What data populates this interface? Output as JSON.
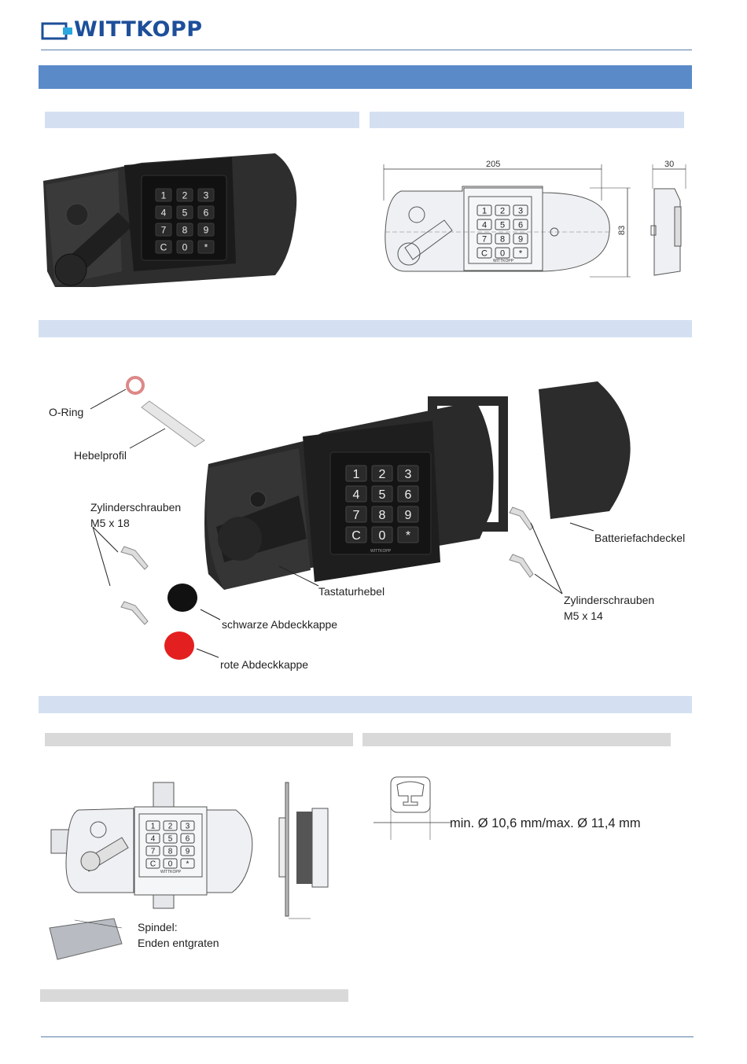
{
  "header": {
    "brand": "WITTKOPP"
  },
  "colors": {
    "brand": "#1d4f9a",
    "band": "#5b8ac9",
    "subband": "#d4e0f2",
    "grayband": "#d9d9d9"
  },
  "keypad": {
    "keys": [
      "1",
      "2",
      "3",
      "4",
      "5",
      "6",
      "7",
      "8",
      "9",
      "C",
      "0",
      "*"
    ],
    "badge": "WITTKOPP"
  },
  "dimensions": {
    "width": "205",
    "depth": "30",
    "height": "83"
  },
  "exploded": {
    "o_ring": "O-Ring",
    "lever_profile": "Hebelprofil",
    "screws_long_line1": "Zylinderschrauben",
    "screws_long_line2": "M5 x 18",
    "keypad_lever": "Tastaturhebel",
    "black_cap": "schwarze Abdeckkappe",
    "red_cap": "rote Abdeckkappe",
    "battery_cover": "Batteriefachdeckel",
    "screws_short_line1": "Zylinderschrauben",
    "screws_short_line2": "M5 x 14"
  },
  "mounting": {
    "spindle_line1": "Spindel:",
    "spindle_line2": "Enden entgraten",
    "diameter_text": "min. Ø 10,6 mm/max. Ø 11,4 mm"
  }
}
